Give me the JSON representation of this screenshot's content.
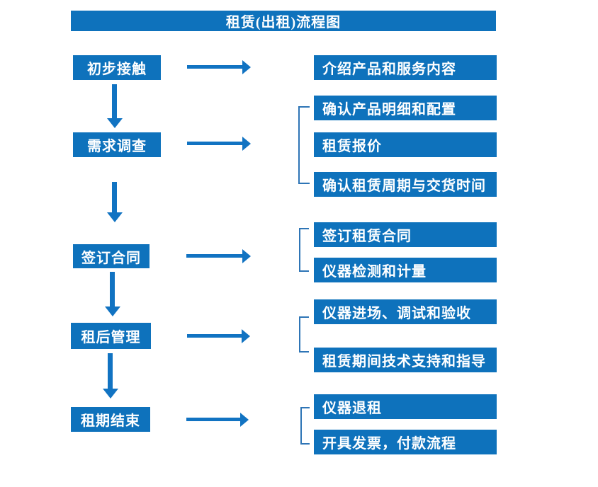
{
  "title": "租赁(出租)流程图",
  "colors": {
    "box_blue": "#0e72bc",
    "arrow_blue": "#1173c2",
    "bracket_blue": "#2e75b6",
    "text_white": "#ffffff"
  },
  "left_steps": [
    {
      "label": "初步接触"
    },
    {
      "label": "需求调查"
    },
    {
      "label": "签订合同"
    },
    {
      "label": "租后管理"
    },
    {
      "label": "租期结束"
    }
  ],
  "right_items": [
    {
      "label": "介绍产品和服务内容"
    },
    {
      "label": "确认产品明细和配置"
    },
    {
      "label": "租赁报价"
    },
    {
      "label": "确认租赁周期与交货时间"
    },
    {
      "label": "签订租赁合同"
    },
    {
      "label": "仪器检测和计量"
    },
    {
      "label": "仪器进场、调试和验收"
    },
    {
      "label": "租赁期间技术支持和指导"
    },
    {
      "label": "仪器退租"
    },
    {
      "label": "开具发票，付款流程"
    }
  ]
}
